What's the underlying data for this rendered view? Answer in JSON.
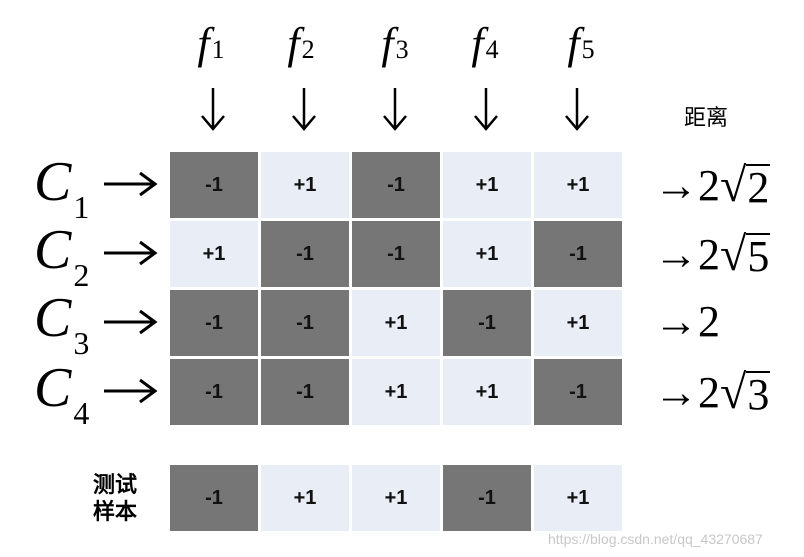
{
  "features": [
    {
      "letter": "f",
      "sub": "1"
    },
    {
      "letter": "f",
      "sub": "2"
    },
    {
      "letter": "f",
      "sub": "3"
    },
    {
      "letter": "f",
      "sub": "4"
    },
    {
      "letter": "f",
      "sub": "5"
    }
  ],
  "distance_title": "距离",
  "classes": [
    {
      "letter": "C",
      "sub": "1",
      "cells": [
        "-1",
        "+1",
        "-1",
        "+1",
        "+1"
      ],
      "distance": {
        "prefix": "→2",
        "radicand": "2"
      }
    },
    {
      "letter": "C",
      "sub": "2",
      "cells": [
        "+1",
        "-1",
        "-1",
        "+1",
        "-1"
      ],
      "distance": {
        "prefix": "→2",
        "radicand": "5"
      }
    },
    {
      "letter": "C",
      "sub": "3",
      "cells": [
        "-1",
        "-1",
        "+1",
        "-1",
        "+1"
      ],
      "distance": {
        "prefix": "→2",
        "radicand": ""
      }
    },
    {
      "letter": "C",
      "sub": "4",
      "cells": [
        "-1",
        "-1",
        "+1",
        "+1",
        "-1"
      ],
      "distance": {
        "prefix": "→2",
        "radicand": "3"
      }
    }
  ],
  "test_sample": {
    "label_line1": "测试",
    "label_line2": "样本",
    "cells": [
      "-1",
      "+1",
      "+1",
      "-1",
      "+1"
    ]
  },
  "colors": {
    "negative_cell": "#767676",
    "positive_cell": "#e9edf5"
  },
  "watermark": "https://blog.csdn.net/qq_43270687"
}
